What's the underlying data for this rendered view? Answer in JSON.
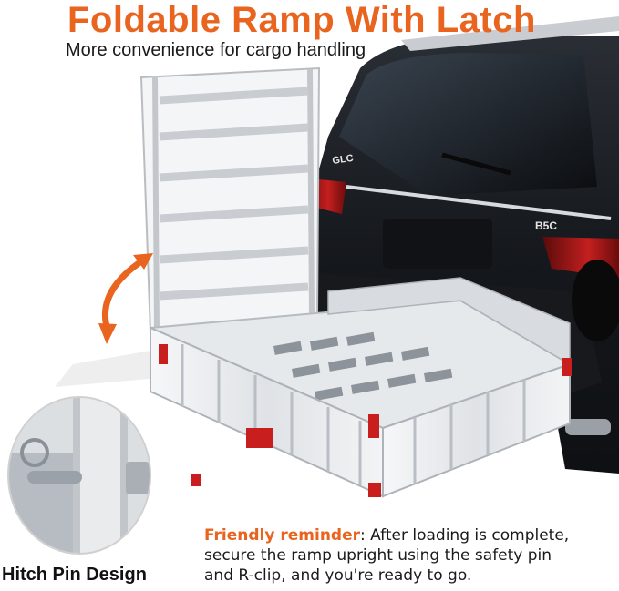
{
  "header": {
    "title": "Foldable Ramp With Latch",
    "subtitle": "More convenience for cargo handling"
  },
  "inset": {
    "label": "Hitch Pin Design"
  },
  "reminder": {
    "highlight": "Friendly reminder",
    "separator": ":",
    "line1": " After loading is complete,",
    "line2": "secure the ramp upright using the safety pin",
    "line3": "and R-clip, and you're ready to go."
  },
  "vehicle": {
    "rear_badge": "B5C",
    "side_badge": "GLC"
  },
  "colors": {
    "accent": "#e8641f",
    "reflector": "#c81e1e",
    "aluminum": "#e9ecef",
    "car_body": "#1b1e23"
  },
  "icons": {
    "fold_arrow": "curved-double-arrow-icon"
  }
}
